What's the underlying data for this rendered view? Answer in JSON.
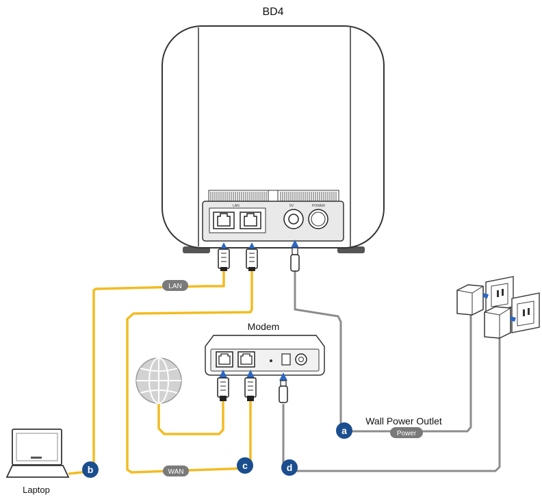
{
  "devices": {
    "router": {
      "name": "BD4",
      "port_labels": [
        "LAN",
        "5V",
        "POWER"
      ]
    },
    "modem": {
      "name": "Modem"
    },
    "laptop": {
      "name": "Laptop"
    },
    "power": {
      "name": "Wall Power Outlet"
    }
  },
  "cables": {
    "lan": "LAN",
    "wan": "WAN",
    "power": "Power"
  },
  "badges": [
    "a",
    "b",
    "c",
    "d"
  ],
  "colors": {
    "ethernet": "#F2BC21",
    "power_cable": "#8C8C8C",
    "badge": "#1B4E8F",
    "pill": "#7A7A7A",
    "arrow": "#2B66C2"
  },
  "icons": [
    "globe-icon",
    "laptop-icon",
    "power-adapter-icon",
    "wall-outlet-icon"
  ]
}
